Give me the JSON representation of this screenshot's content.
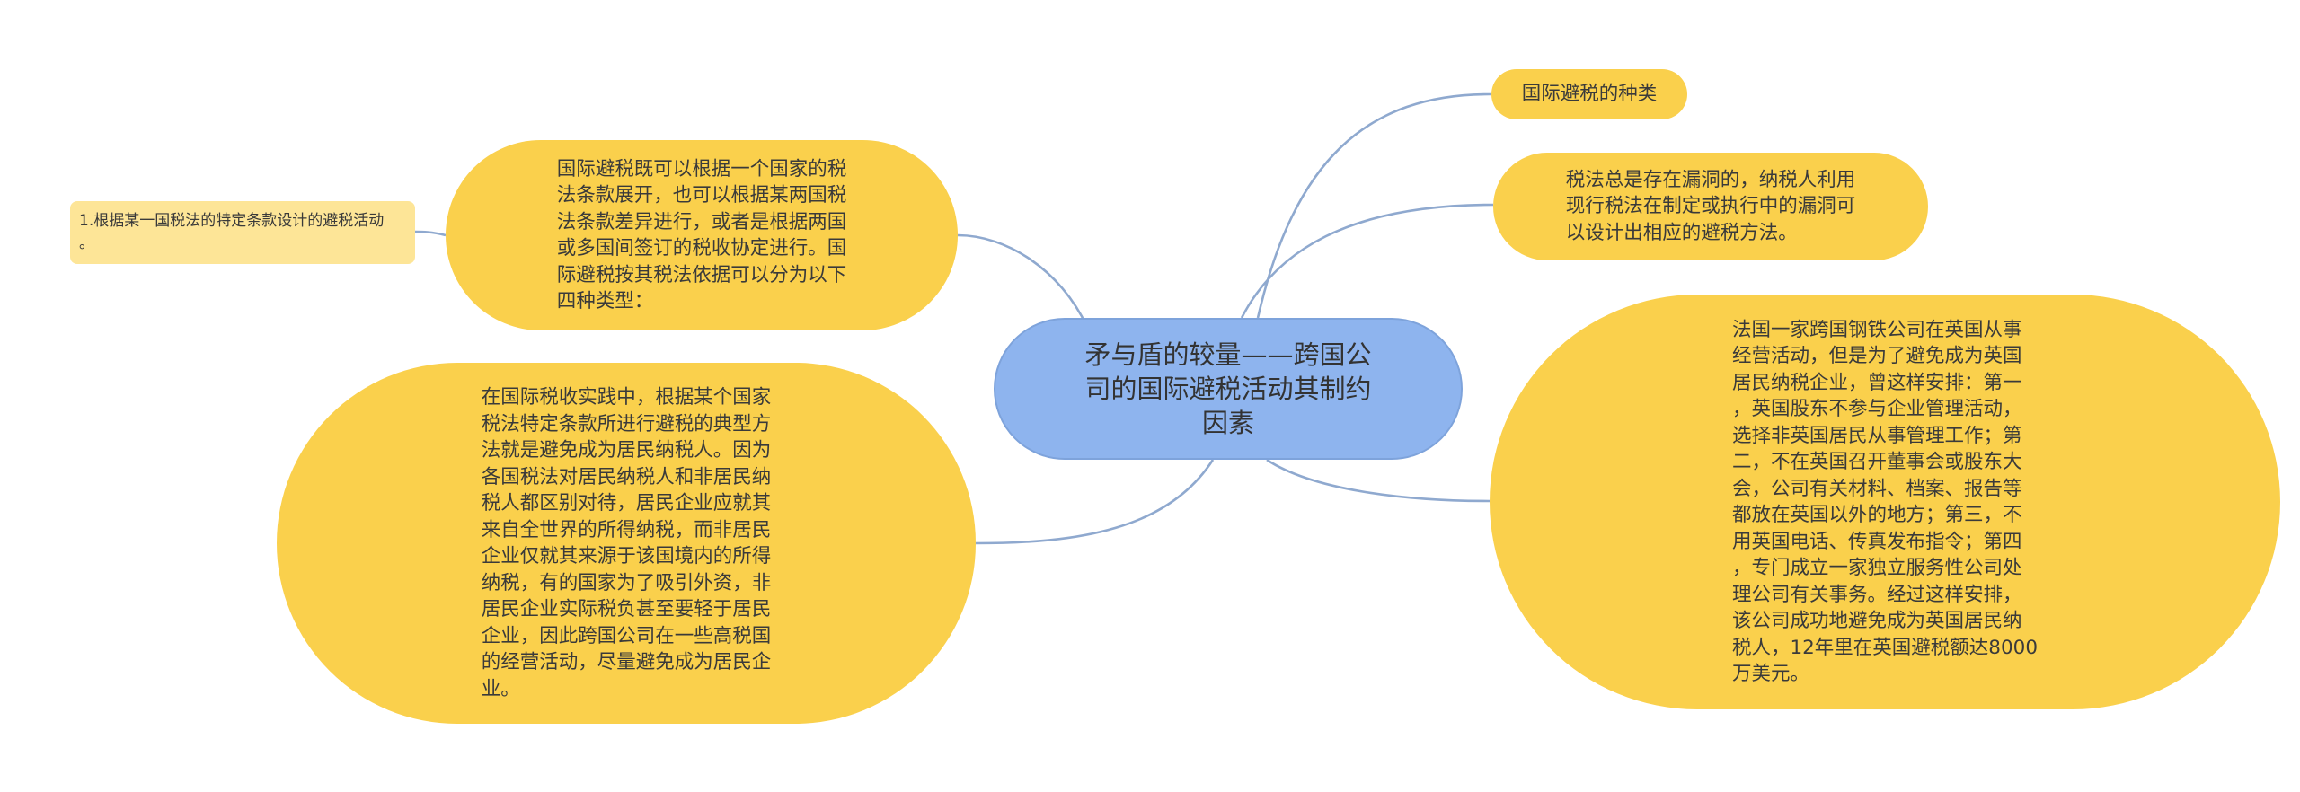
{
  "root": {
    "text": "矛与盾的较量——跨国公\n司的国际避税活动其制约\n因素"
  },
  "nodes": {
    "types": "国际避税的种类",
    "loophole": "税法总是存在漏洞的，纳税人利用\n现行税法在制定或执行中的漏洞可\n以设计出相应的避税方法。",
    "basis": "国际避税既可以根据一个国家的税\n法条款展开，也可以根据某两国税\n法条款差异进行，或者是根据两国\n或多国间签订的税收协定进行。国\n际避税按其税法依据可以分为以下\n四种类型：",
    "practice": "在国际税收实践中，根据某个国家\n税法特定条款所进行避税的典型方\n法就是避免成为居民纳税人。因为\n各国税法对居民纳税人和非居民纳\n税人都区别对待，居民企业应就其\n来自全世界的所得纳税，而非居民\n企业仅就其来源于该国境内的所得\n纳税，有的国家为了吸引外资，非\n居民企业实际税负甚至要轻于居民\n企业，因此跨国公司在一些高税国\n的经营活动，尽量避免成为居民企\n业。",
    "example": "法国一家跨国钢铁公司在英国从事\n经营活动，但是为了避免成为英国\n居民纳税企业，曾这样安排：第一\n，英国股东不参与企业管理活动，\n选择非英国居民从事管理工作；第\n二，不在英国召开董事会或股东大\n会，公司有关材料、档案、报告等\n都放在英国以外的地方；第三，不\n用英国电话、传真发布指令；第四\n，专门成立一家独立服务性公司处\n理公司有关事务。经过这样安排，\n该公司成功地避免成为英国居民纳\n税人，12年里在英国避税额达8000\n万美元。",
    "sub": "1.根据某一国税法的特定条款设计的避税活动\n。"
  },
  "colors": {
    "root_fill": "#8eb4ee",
    "node_fill": "#fad04c",
    "sub_fill": "#fde597",
    "link": "#8fa9cf"
  }
}
